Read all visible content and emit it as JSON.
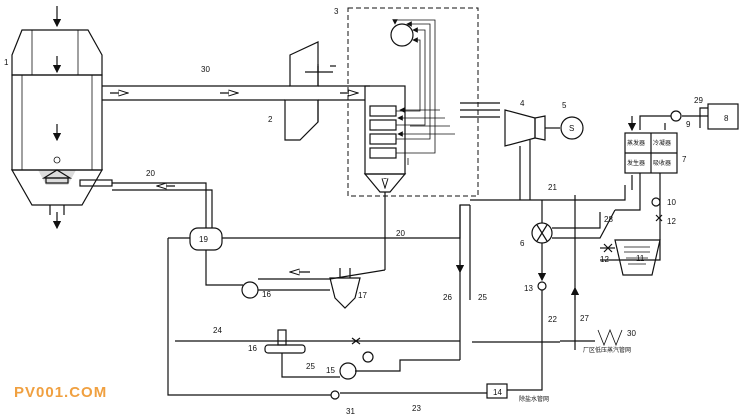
{
  "labels": {
    "n1": "1",
    "n2": "2",
    "n3": "3",
    "n4": "4",
    "n5": "5",
    "n6": "6",
    "n7": "7",
    "n8": "8",
    "n9": "9",
    "n10": "10",
    "n11": "11",
    "n12a": "12",
    "n12b": "12",
    "n13": "13",
    "n14": "14",
    "n15": "15",
    "n16a": "16",
    "n16b": "16",
    "n17": "17",
    "n19": "19",
    "n20": "20",
    "n20b": "20",
    "n21": "21",
    "n22": "22",
    "n23": "23",
    "n24": "24",
    "n25a": "25",
    "n25b": "25",
    "n26": "26",
    "n27": "27",
    "n28": "28",
    "n29": "29",
    "n30a": "30",
    "n30b": "30",
    "n31": "31",
    "gen": "S",
    "panel_tl": "蒸发器",
    "panel_tr": "冷凝器",
    "panel_bl": "发生器",
    "panel_br": "吸收器",
    "heat_users": "厂区低压蒸汽管网",
    "makeup_water": "除盐水管网"
  },
  "watermark": "PV001.COM"
}
